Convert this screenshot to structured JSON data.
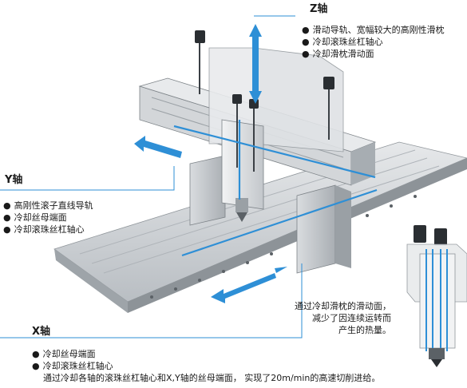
{
  "axes": {
    "z": {
      "title": "Z轴",
      "items": [
        "滑动导轨、宽幅较大的高刚性滑枕",
        "冷却滚珠丝杠轴心",
        "冷却滑枕滑动面"
      ]
    },
    "y": {
      "title": "Y轴",
      "items": [
        "高刚性滚子直线导轨",
        "冷却丝母端面",
        "冷却滚珠丝杠轴心"
      ]
    },
    "x": {
      "title": "X轴",
      "items": [
        "冷却丝母端面",
        "冷却滚珠丝杠轴心"
      ],
      "summary": "通过冷却各轴的滚珠丝杠轴心和X,Y轴的丝母端面， 实现了20m/min的高速切削进给。"
    }
  },
  "ram_note": {
    "lines": [
      "通过冷却滑枕的滑动面，",
      "减少了因连续运转而",
      "产生的热量。"
    ]
  },
  "colors": {
    "accent_blue": "#2e8fd6",
    "machine_gray": "#c8ccd0",
    "machine_dark": "#6d7378"
  }
}
